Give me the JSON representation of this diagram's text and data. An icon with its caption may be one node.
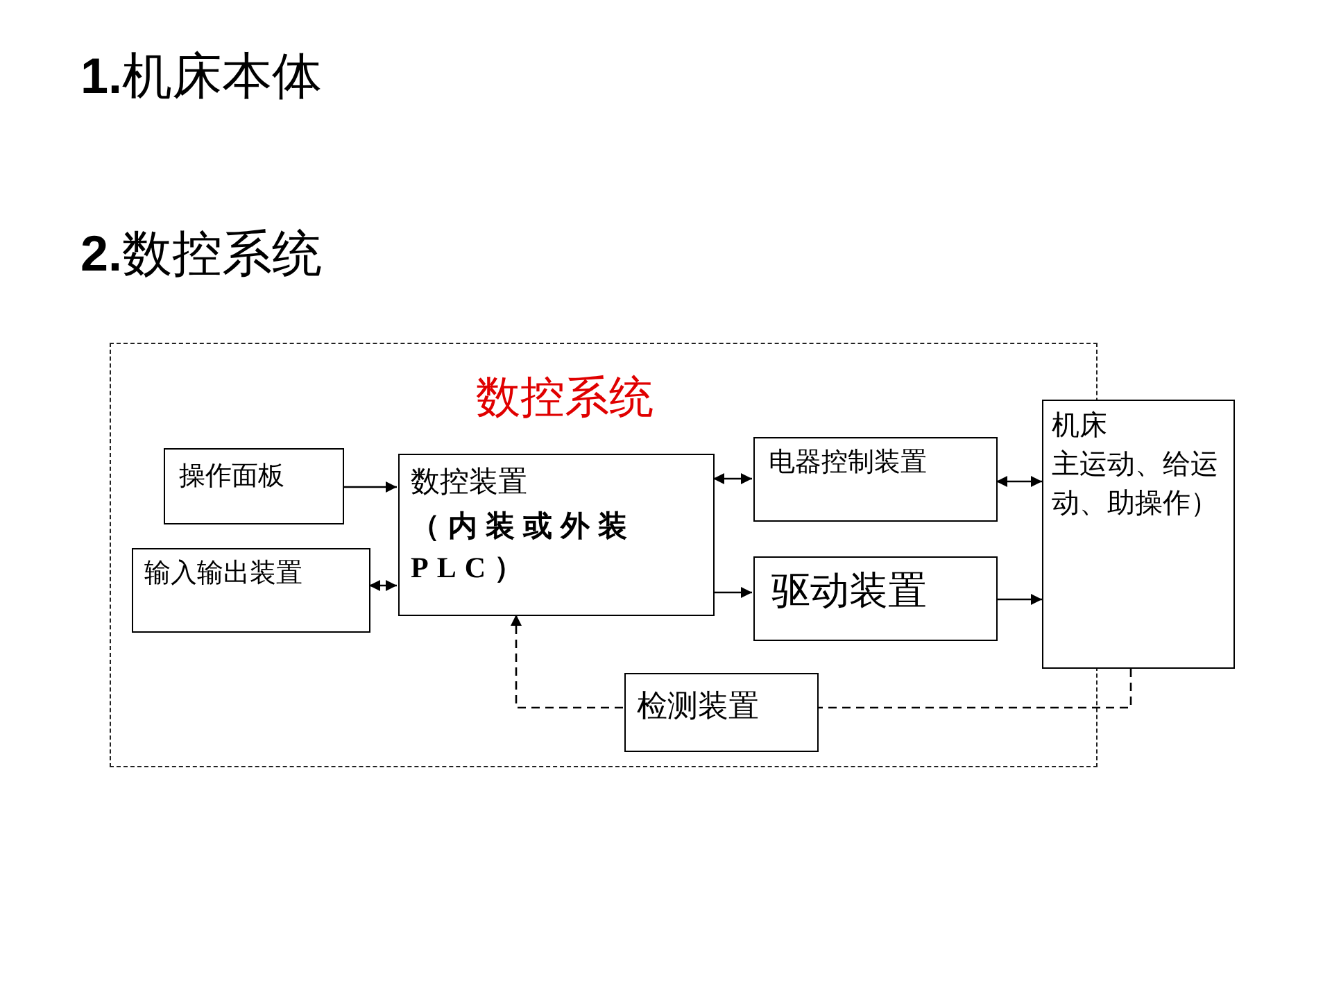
{
  "diagram": {
    "nodes": [
      {
        "text": [
          "数控系统"
        ]
      },
      {
        "text": [
          "操作面板"
        ],
        "in": 0
      },
      {
        "text": [
          "输入输出装置"
        ],
        "in": 0
      },
      {
        "text": [
          "数控装置",
          "（内装或外装PLC）"
        ],
        "in": 0
      },
      {
        "text": [
          "电器控制装置"
        ],
        "in": 0
      },
      {
        "text": [
          "驱动装置"
        ],
        "in": 0
      },
      {
        "text": [
          "机床",
          "主运动、给运动、助操作）"
        ]
      },
      {
        "text": [
          "检测装置"
        ],
        "in": 0
      }
    ],
    "edges": [
      {
        "from": 1,
        "to": 3,
        "arrow": "to"
      },
      {
        "from": 2,
        "to": 3,
        "arrow": "both"
      },
      {
        "from": 3,
        "to": 4,
        "arrow": "both"
      },
      {
        "from": 3,
        "to": 5,
        "arrow": "to"
      },
      {
        "from": 4,
        "to": 6,
        "arrow": "both"
      },
      {
        "from": 5,
        "to": 6,
        "arrow": "to"
      },
      {
        "from": 7,
        "to": 3,
        "arrow": "to",
        "style": "dashed"
      },
      {
        "from": 6,
        "to": 7,
        "arrow": "none",
        "style": "dashed"
      }
    ],
    "labels": [
      "**1.**机床本体",
      "**2.**数控系统"
    ]
  }
}
